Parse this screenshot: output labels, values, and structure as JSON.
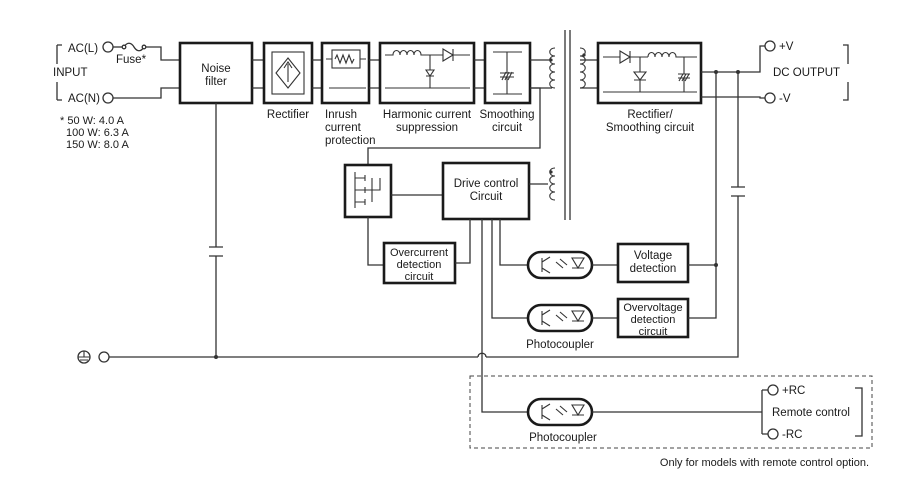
{
  "input": {
    "label": "INPUT",
    "ac_l": "AC(L)",
    "ac_n": "AC(N)",
    "fuse": "Fuse*",
    "fuse_notes": [
      "* 50 W: 4.0 A",
      "100 W: 6.3 A",
      "150 W: 8.0 A"
    ]
  },
  "blocks": {
    "noise_filter": [
      "Noise",
      "filter"
    ],
    "rectifier": "Rectifier",
    "inrush": [
      "Inrush",
      "current",
      "protection"
    ],
    "harmonic": [
      "Harmonic current",
      "suppression"
    ],
    "smoothing": [
      "Smoothing",
      "circuit"
    ],
    "rect_smooth": [
      "Rectifier/",
      "Smoothing circuit"
    ],
    "drive_control": [
      "Drive control",
      "Circuit"
    ],
    "overcurrent": [
      "Overcurrent",
      "detection",
      "circuit"
    ],
    "voltage_det": [
      "Voltage",
      "detection"
    ],
    "overvoltage": [
      "Overvoltage",
      "detection",
      "circuit"
    ],
    "remote_control": "Remote control"
  },
  "output": {
    "label": "DC OUTPUT",
    "plus_v": "+V",
    "minus_v": "-V"
  },
  "photocoupler_label": "Photocoupler",
  "remote": {
    "plus_rc": "+RC",
    "minus_rc": "-RC",
    "note": "Only for models with remote control option."
  }
}
